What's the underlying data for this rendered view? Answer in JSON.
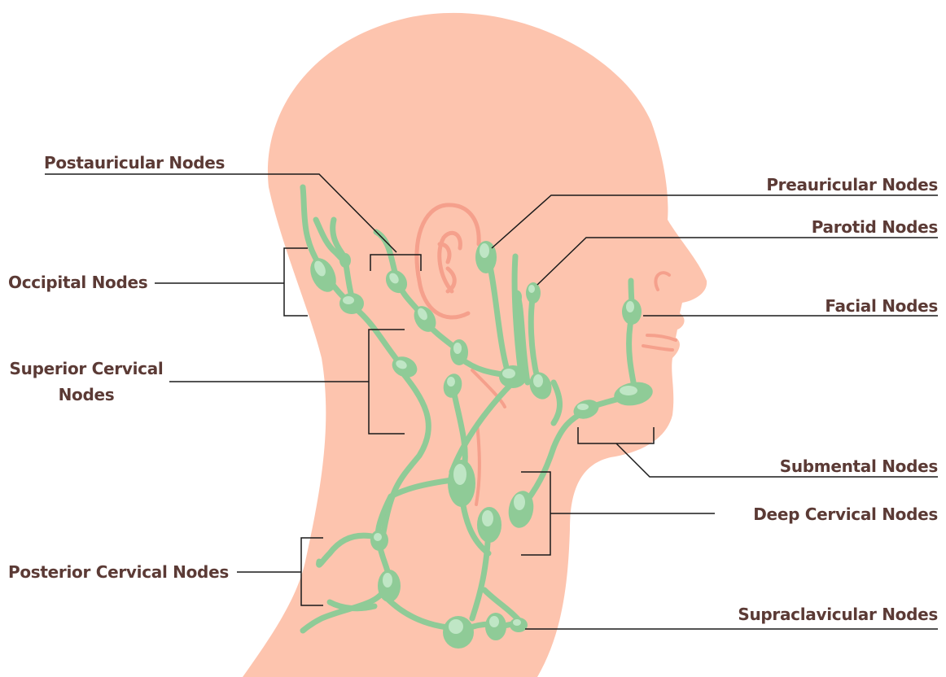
{
  "colors": {
    "skin": "#fdc4ae",
    "ear": "#f5a08c",
    "vessel": "#8fcb97",
    "node": "#8fcb97",
    "node_highlight": "#bfe6c5",
    "leader": "#1a1a1a",
    "text": "#5b3a35"
  },
  "labels": {
    "postauricular": "Postauricular Nodes",
    "preauricular": "Preauricular Nodes",
    "parotid": "Parotid Nodes",
    "occipital": "Occipital Nodes",
    "facial": "Facial Nodes",
    "superior_cervical_line1": "Superior Cervical",
    "superior_cervical_line2": "Nodes",
    "submental": "Submental Nodes",
    "deep_cervical": "Deep Cervical Nodes",
    "posterior_cervical": "Posterior Cervical Nodes",
    "supraclavicular": "Supraclavicular Nodes"
  }
}
